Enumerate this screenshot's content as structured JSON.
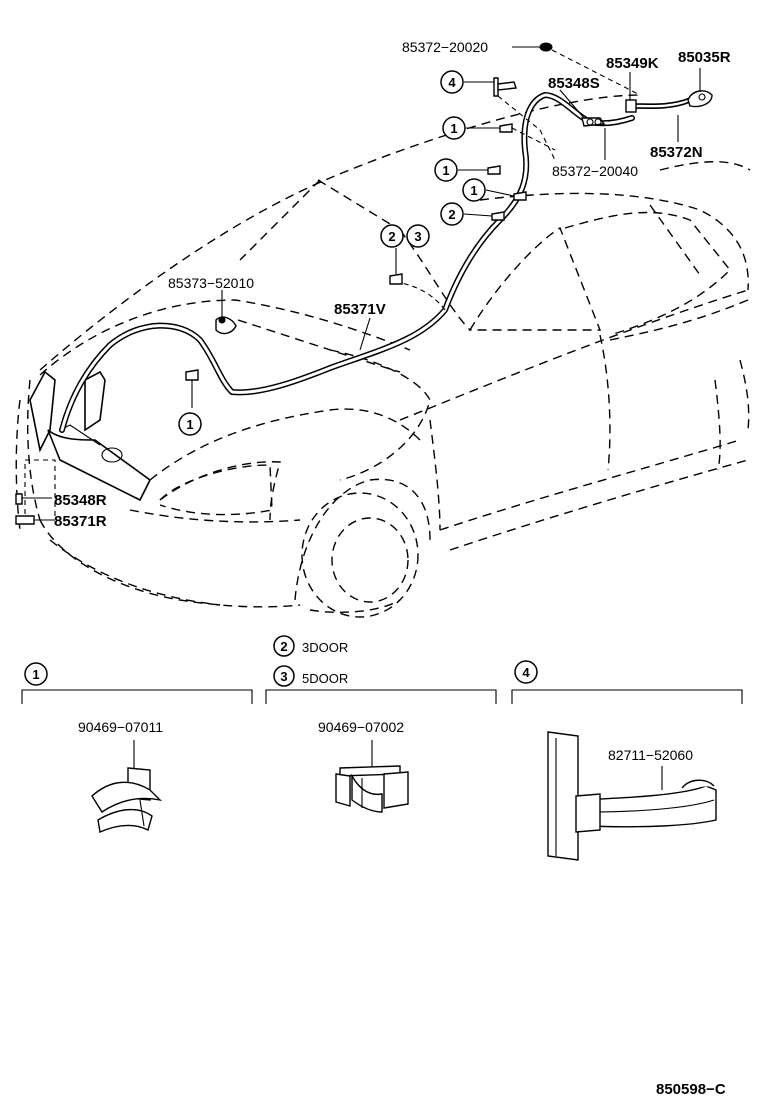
{
  "labels": {
    "p_85372_20020": "85372−20020",
    "p_85349K": "85349K",
    "p_85035R": "85035R",
    "p_85348S": "85348S",
    "p_85372N": "85372N",
    "p_85372_20040": "85372−20040",
    "p_85373_52010": "85373−52010",
    "p_85371V": "85371V",
    "p_85348R": "85348R",
    "p_85371R": "85371R",
    "p_90469_07011": "90469−07011",
    "p_90469_07002": "90469−07002",
    "p_82711_52060": "82711−52060",
    "note_3door": "3DOOR",
    "note_5door": "5DOOR",
    "figure_code": "850598−C"
  },
  "callouts": {
    "c1": "1",
    "c2": "2",
    "c3": "3",
    "c4": "4"
  }
}
